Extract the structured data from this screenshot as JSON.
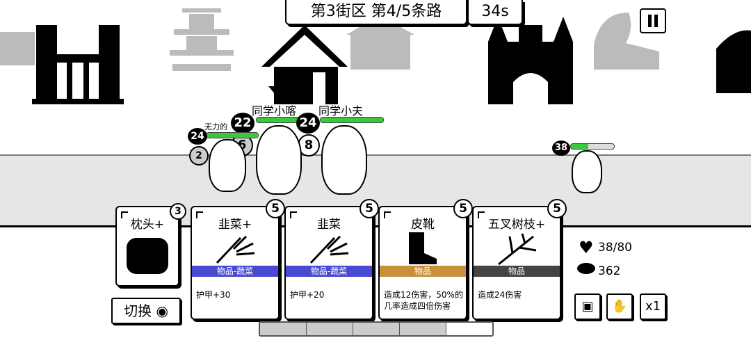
{
  "header": {
    "location": "第3街区 第4/5条路",
    "timer": "34s"
  },
  "allies": [
    {
      "name": "同学小喀",
      "hp": "22",
      "shield": "6"
    },
    {
      "name": "同学小夫",
      "hp": "24",
      "shield": "8"
    }
  ],
  "player": {
    "status": "无力的",
    "hp": "24",
    "shield": "2"
  },
  "enemy": {
    "hp": "38"
  },
  "held_card": {
    "name": "枕头+",
    "cost": "3"
  },
  "switch_label": "切换",
  "cards": [
    {
      "name": "韭菜+",
      "cost": "5",
      "type": "物品-蔬菜",
      "desc": "护甲+30",
      "color": "#4a4ad0"
    },
    {
      "name": "韭菜",
      "cost": "5",
      "type": "物品-蔬菜",
      "desc": "护甲+20",
      "color": "#4a4ad0"
    },
    {
      "name": "皮靴",
      "cost": "5",
      "type": "物品",
      "desc": "造成12伤害，50%的几率造成四倍伤害",
      "color": "#c8903c"
    },
    {
      "name": "五叉树枝+",
      "cost": "5",
      "type": "物品",
      "desc": "造成24伤害",
      "color": "#444444"
    }
  ],
  "stats": {
    "health": "38/80",
    "coins": "362"
  },
  "speed": "x1"
}
